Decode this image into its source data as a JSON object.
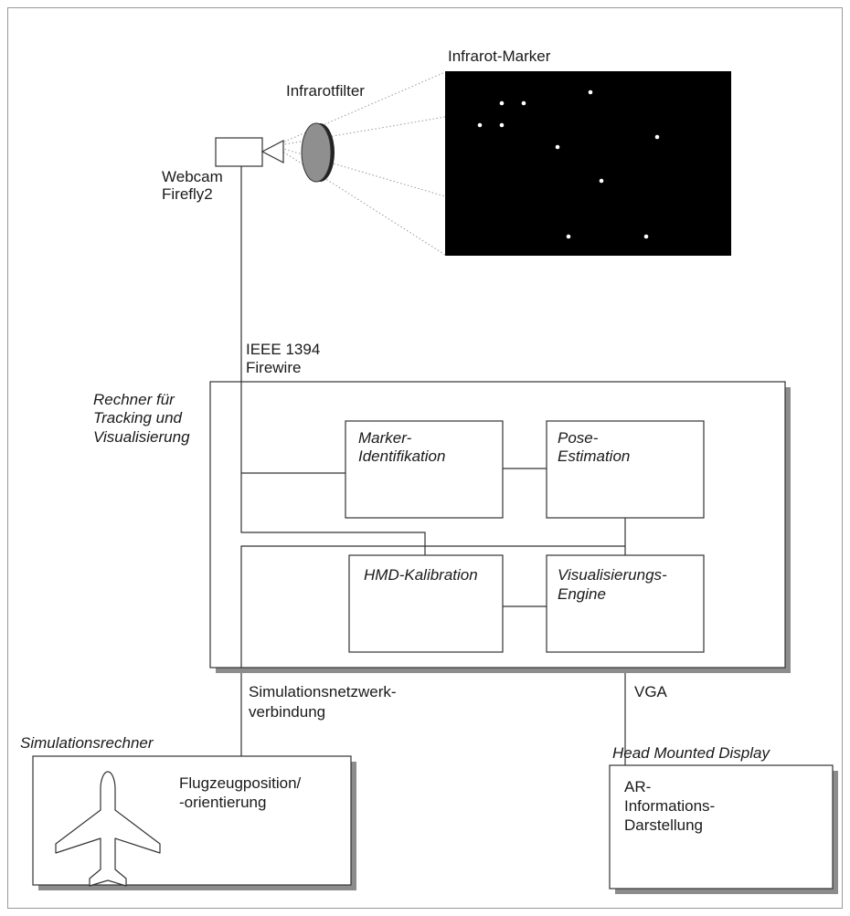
{
  "labels": {
    "infrared_markers": "Infrarot-Marker",
    "infrared_filter": "Infrarotfilter",
    "webcam_line1": "Webcam",
    "webcam_line2": "Firefly2",
    "ieee_line1": "IEEE 1394",
    "ieee_line2": "Firewire",
    "computer_line1": "Rechner für",
    "computer_line2": "Tracking und",
    "computer_line3": "Visualisierung",
    "simnet_line1": "Simulationsnetzwerk-",
    "simnet_line2": "verbindung",
    "vga": "VGA",
    "sim_computer": "Simulationsrechner",
    "hmd": "Head Mounted Display"
  },
  "boxes": {
    "marker_id_line1": "Marker-",
    "marker_id_line2": "Identifikation",
    "pose_line1": "Pose-",
    "pose_line2": "Estimation",
    "hmd_calib": "HMD-Kalibration",
    "vis_line1": "Visualisierungs-",
    "vis_line2": "Engine",
    "flight_line1": "Flugzeugposition/",
    "flight_line2": "-orientierung",
    "ar_line1": "AR-",
    "ar_line2": "Informations-",
    "ar_line3": "Darstellung"
  },
  "icons": {
    "camera": "webcam-icon",
    "filter": "infrared-filter-icon",
    "airplane": "airplane-icon"
  },
  "colors": {
    "marker_panel": "#000000",
    "marker_dots": "#ffffff",
    "box_shadow": "#8c8c8c"
  }
}
